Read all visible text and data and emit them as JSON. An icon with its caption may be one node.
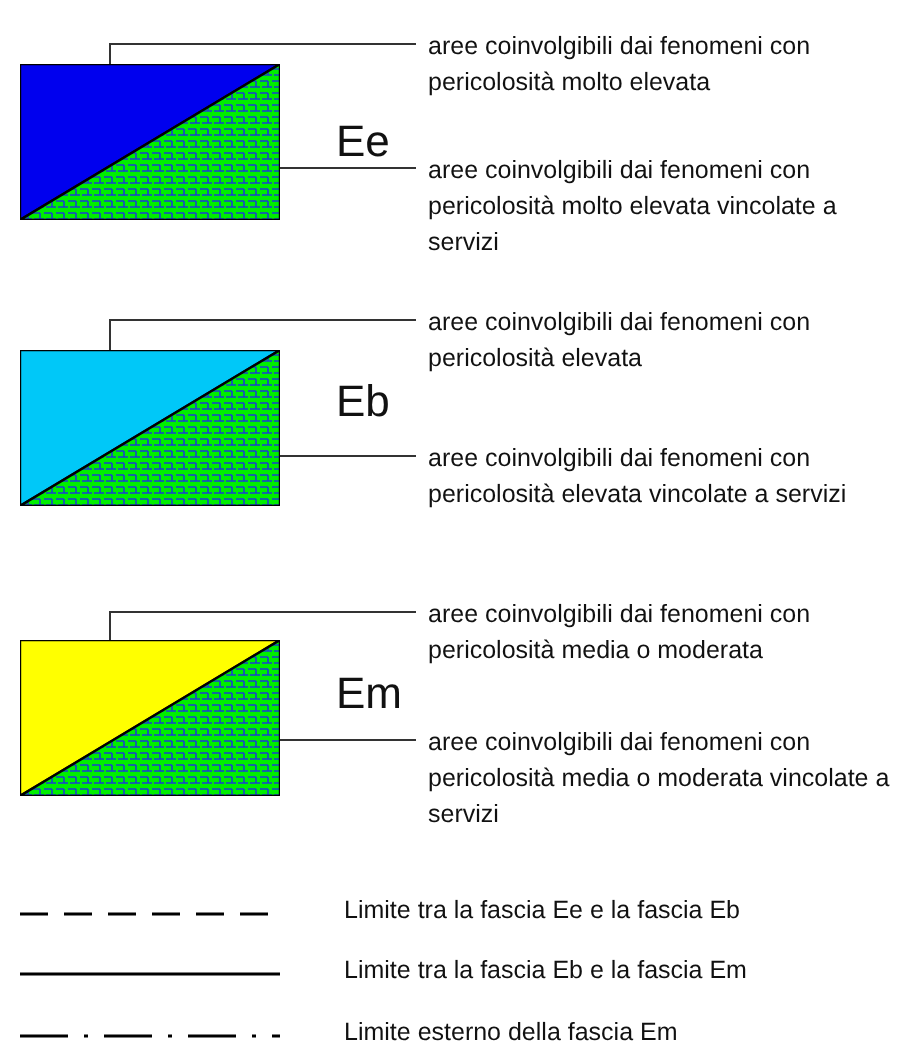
{
  "diagram": {
    "nodes": [
      {
        "text": [
          "aree coinvolgibili dai fenomeni con pericolosità molto elevata"
        ]
      },
      {
        "text": [
          "aree coinvolgibili dai fenomeni con pericolosità molto elevata vincolate a servizi"
        ]
      },
      {
        "text": [],
        "shape": "triangle"
      },
      {
        "text": [],
        "shape": "triangle"
      },
      {
        "text": [
          "aree coinvolgibili dai fenomeni con pericolosità elevata"
        ]
      },
      {
        "text": [
          "aree coinvolgibili dai fenomeni con pericolosità elevata vincolate a servizi"
        ]
      },
      {
        "text": [],
        "shape": "triangle"
      },
      {
        "text": [],
        "shape": "triangle"
      },
      {
        "text": [
          "aree coinvolgibili dai fenomeni con pericolosità media o moderata"
        ]
      },
      {
        "text": [
          "aree coinvolgibili dai fenomeni con pericolosità media o moderata vincolate a servizi"
        ]
      },
      {
        "text": [],
        "shape": "triangle"
      },
      {
        "text": [],
        "shape": "triangle"
      }
    ],
    "edges": [
      {
        "from": 0,
        "to": 2,
        "arrow": "none"
      },
      {
        "from": 1,
        "to": 3,
        "arrow": "none"
      },
      {
        "from": 4,
        "to": 6,
        "arrow": "none"
      },
      {
        "from": 5,
        "to": 7,
        "arrow": "none"
      },
      {
        "from": 8,
        "to": 10,
        "arrow": "none"
      },
      {
        "from": 9,
        "to": 11,
        "arrow": "none"
      }
    ],
    "labels": [
      "Ee",
      "Eb",
      "Em"
    ],
    "legend": [
      {
        "text": "Limite tra la fascia Ee e la fascia Eb"
      },
      {
        "text": "Limite tra la fascia Eb e la fascia Em"
      },
      {
        "text": "Limite esterno della fascia Em"
      }
    ]
  }
}
